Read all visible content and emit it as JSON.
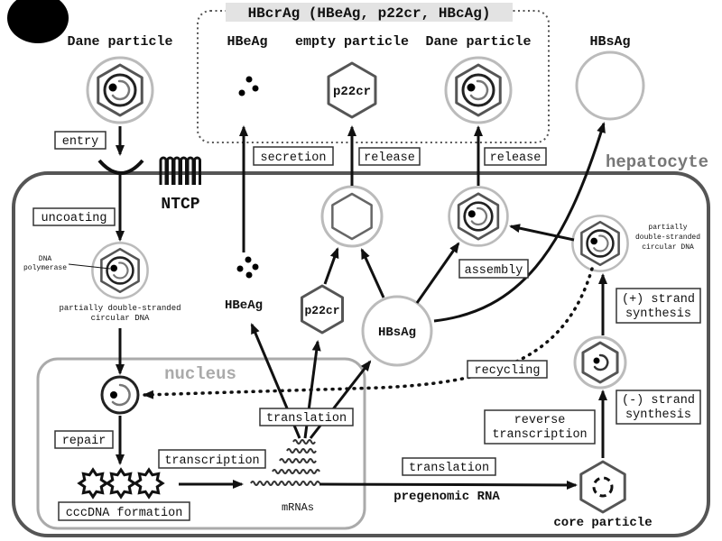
{
  "hbcrag_box": {
    "title": "HBcrAg (HBeAg, p22cr, HBcAg)"
  },
  "outside": {
    "dane_particle": "Dane particle",
    "hbeag": "HBeAg",
    "empty_particle": "empty particle",
    "empty_particle_content": "p22cr",
    "dane_particle_2": "Dane particle",
    "hbsag": "HBsAg"
  },
  "cell": {
    "label": "hepatocyte",
    "receptor": "NTCP",
    "nucleus_label": "nucleus"
  },
  "steps": {
    "entry": "entry",
    "uncoating": "uncoating",
    "secretion": "secretion",
    "release_empty": "release",
    "release_dane": "release",
    "assembly": "assembly",
    "plus_strand": [
      "(+) strand",
      "synthesis"
    ],
    "recycling": "recycling",
    "translation_proteins": "translation",
    "repair": "repair",
    "transcription": "transcription",
    "translation_core": "translation",
    "reverse_transcription": [
      "reverse",
      "transcription"
    ],
    "minus_strand": [
      "(-) strand",
      "synthesis"
    ],
    "cccdna_formation": "cccDNA formation"
  },
  "molecules": {
    "dna_polymerase": [
      "DNA",
      "polymerase"
    ],
    "rcdna_left": [
      "partially double-stranded",
      "circular DNA"
    ],
    "rcdna_right": [
      "partially",
      "double-stranded",
      "circular DNA"
    ],
    "hbeag": "HBeAg",
    "p22cr": "p22cr",
    "hbsag": "HBsAg",
    "mrnas": "mRNAs",
    "pgrna": "pregenomic RNA",
    "core_particle": "core particle"
  },
  "colors": {
    "arrow": "#111111",
    "envelope": "#bbbbbb",
    "cell_membrane": "#555555",
    "nucleus_membrane": "#aaaaaa",
    "title_background": "#e3e3e3"
  }
}
